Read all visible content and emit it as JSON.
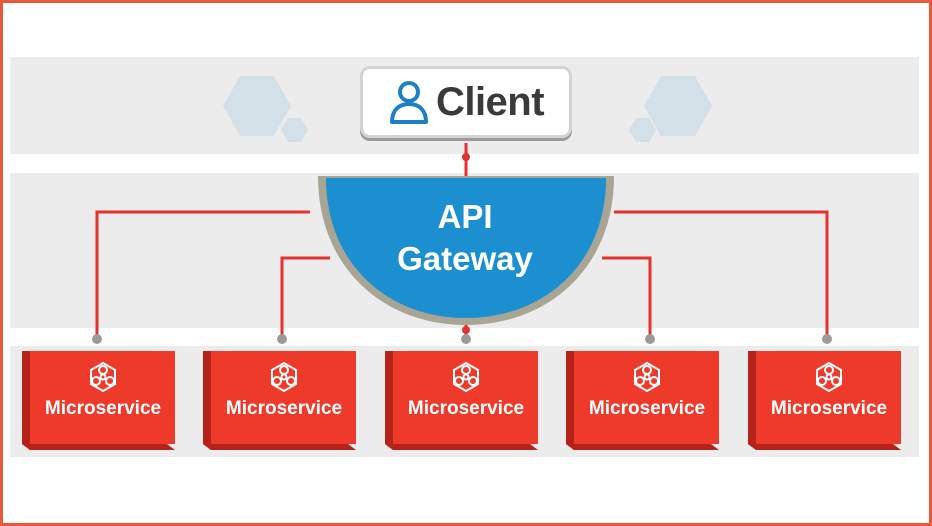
{
  "client": {
    "label": "Client",
    "icon": "user-icon"
  },
  "gateway": {
    "line1": "API",
    "line2": "Gateway"
  },
  "microservices": [
    {
      "label": "Microservice",
      "icon": "microservice-icon"
    },
    {
      "label": "Microservice",
      "icon": "microservice-icon"
    },
    {
      "label": "Microservice",
      "icon": "microservice-icon"
    },
    {
      "label": "Microservice",
      "icon": "microservice-icon"
    },
    {
      "label": "Microservice",
      "icon": "microservice-icon"
    }
  ],
  "colors": {
    "frame": "#e8593a",
    "band": "#ececec",
    "gateway": "#1b8fd0",
    "gateway_rim": "#a8a595",
    "microservice": "#ee3a2b",
    "microservice_side": "#b52318",
    "connector": "#e5322e",
    "connector_dot": "#9a9a9a",
    "hexagon": "#d3e0e8",
    "user_icon": "#1e7fc9"
  }
}
